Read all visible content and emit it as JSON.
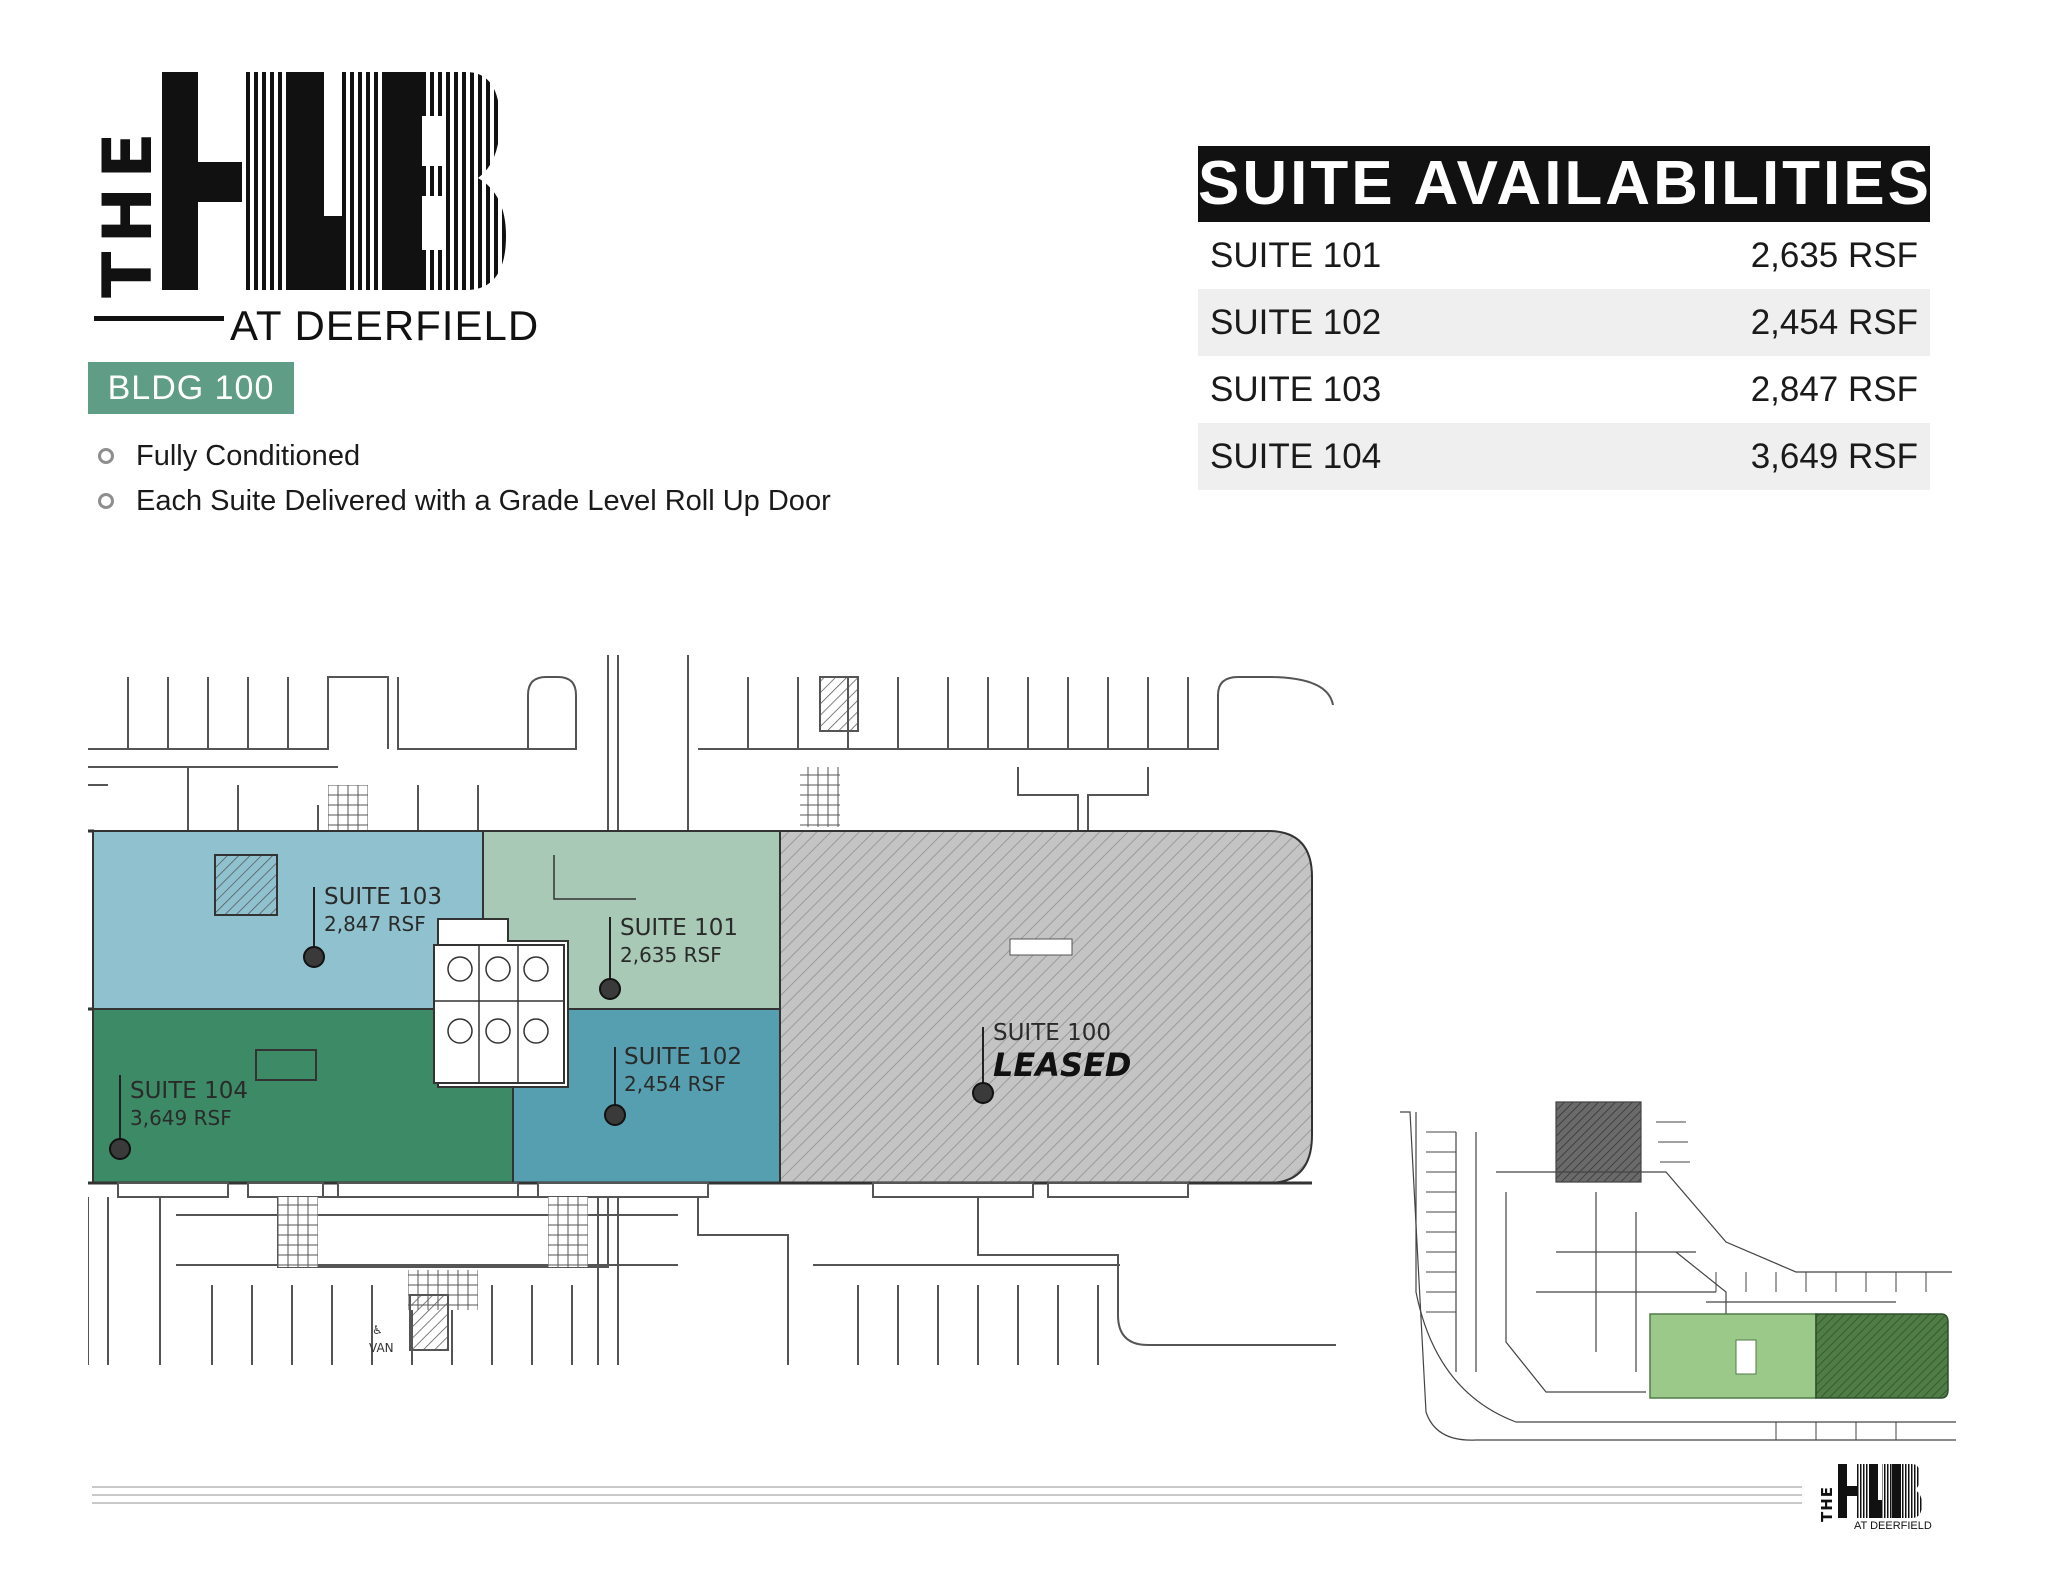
{
  "logo": {
    "the": "THE",
    "hub": "HUB",
    "sub": "AT DEERFIELD"
  },
  "building": {
    "badge": "BLDG 100"
  },
  "features": [
    "Fully Conditioned",
    "Each Suite Delivered with a Grade Level Roll Up Door"
  ],
  "availability": {
    "title": "SUITE AVAILABILITIES",
    "rows": [
      {
        "suite": "SUITE 101",
        "rsf": "2,635 RSF"
      },
      {
        "suite": "SUITE 102",
        "rsf": "2,454 RSF"
      },
      {
        "suite": "SUITE 103",
        "rsf": "2,847 RSF"
      },
      {
        "suite": "SUITE 104",
        "rsf": "3,649 RSF"
      }
    ]
  },
  "plan": {
    "suites": [
      {
        "name": "SUITE 103",
        "rsf": "2,847 RSF",
        "color": "#8fc1cf"
      },
      {
        "name": "SUITE 101",
        "rsf": "2,635 RSF",
        "color": "#a8c9b5"
      },
      {
        "name": "SUITE 104",
        "rsf": "3,649 RSF",
        "color": "#3c8a66"
      },
      {
        "name": "SUITE 102",
        "rsf": "2,454 RSF",
        "color": "#569fb0"
      },
      {
        "name": "SUITE 100",
        "status": "LEASED",
        "color": "#c2c2c2"
      }
    ],
    "parking_note": "VAN"
  },
  "mini_logo": {
    "the": "THE",
    "hub": "HUB",
    "sub": "AT DEERFIELD"
  },
  "colors": {
    "badge": "#5f9d86",
    "keymap_highlight": "#9bc98a",
    "keymap_leased": "#4f7d45"
  }
}
